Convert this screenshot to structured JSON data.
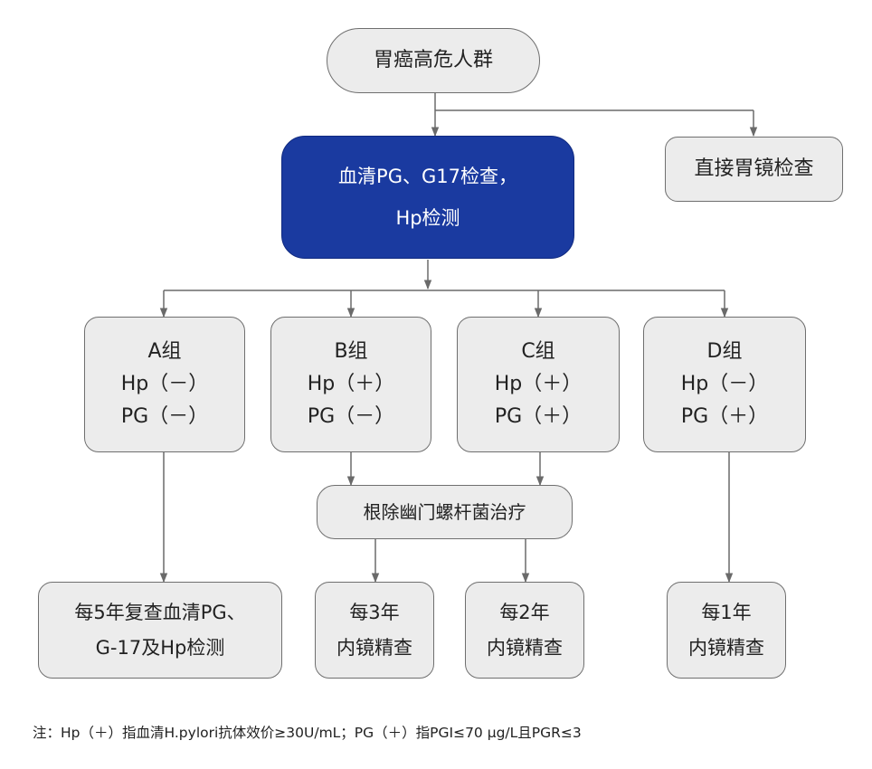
{
  "nodes": {
    "start": "胃癌高危人群",
    "blood_test": {
      "line1": "血清PG、G17检查，",
      "line2": "Hp检测"
    },
    "endoscopy": "直接胃镜检查",
    "group_a": {
      "name": "A组",
      "hp": "Hp（－）",
      "pg": "PG（－）"
    },
    "group_b": {
      "name": "B组",
      "hp": "Hp（＋）",
      "pg": "PG（－）"
    },
    "group_c": {
      "name": "C组",
      "hp": "Hp（＋）",
      "pg": "PG（＋）"
    },
    "group_d": {
      "name": "D组",
      "hp": "Hp（－）",
      "pg": "PG（＋）"
    },
    "treatment": "根除幽门螺杆菌治疗",
    "followup_a": {
      "line1": "每5年复查血清PG、",
      "line2": "G-17及Hp检测"
    },
    "followup_b": {
      "line1": "每3年",
      "line2": "内镜精查"
    },
    "followup_c": {
      "line1": "每2年",
      "line2": "内镜精查"
    },
    "followup_d": {
      "line1": "每1年",
      "line2": "内镜精查"
    }
  },
  "note": "注：Hp（＋）指血清H.pylori抗体效价≥30U/mL；PG（＋）指PGⅠ≤70 μg/L且PGR≤3",
  "colors": {
    "box_fill": "#ececec",
    "box_border": "#6f6f6f",
    "highlight_fill": "#1a3aa0",
    "connector": "#6a6a6a"
  }
}
